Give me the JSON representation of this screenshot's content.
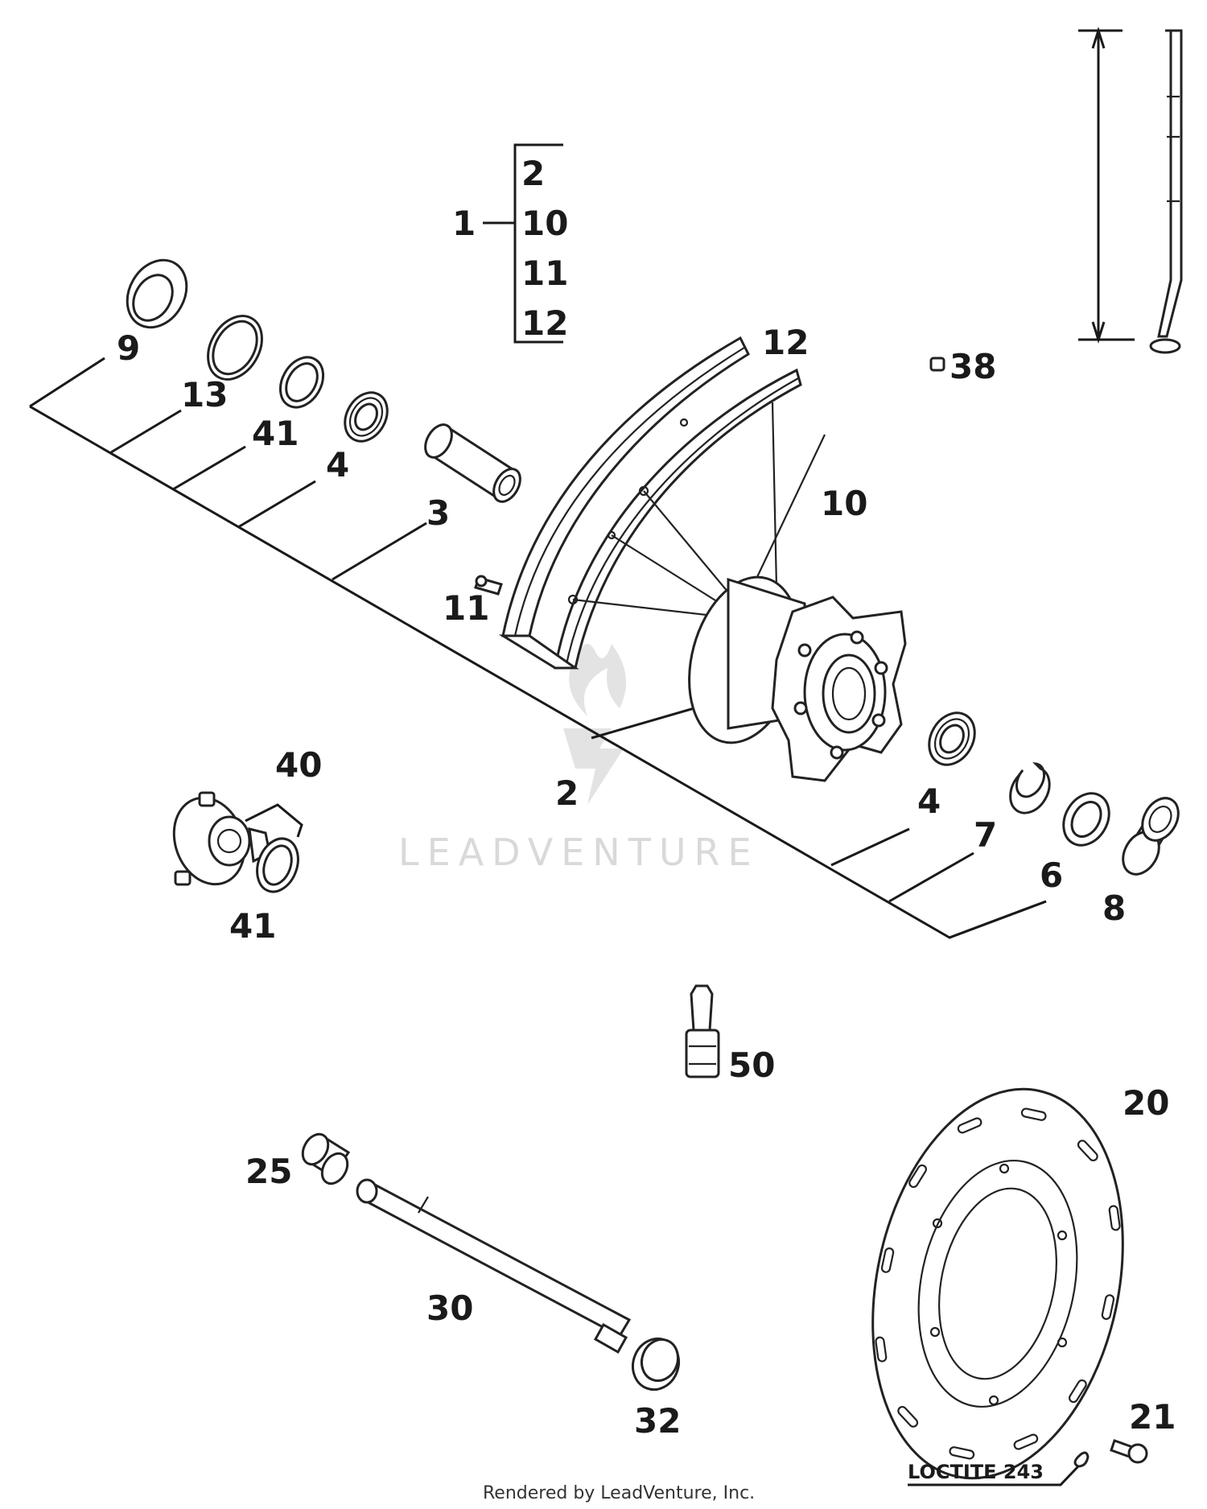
{
  "callouts": {
    "kit_1": "1",
    "kit_2": "2",
    "kit_10": "10",
    "kit_11": "11",
    "kit_12": "12",
    "c9": "9",
    "c13": "13",
    "c41_top": "41",
    "c4_top": "4",
    "c3": "3",
    "c12": "12",
    "c10": "10",
    "c11": "11",
    "c38": "38",
    "c2": "2",
    "c40": "40",
    "c41_bottom": "41",
    "c4_bottom": "4",
    "c7": "7",
    "c6": "6",
    "c8": "8",
    "c50": "50",
    "c20": "20",
    "c25": "25",
    "c30": "30",
    "c32": "32",
    "c21": "21"
  },
  "note": "LOCTITE 243",
  "watermark": "LEADVENTURE",
  "credit": "Rendered by LeadVenture, Inc.",
  "colors": {
    "ink": "#1a1a1a",
    "watermark": "#d9d9d9",
    "background": "#ffffff"
  }
}
